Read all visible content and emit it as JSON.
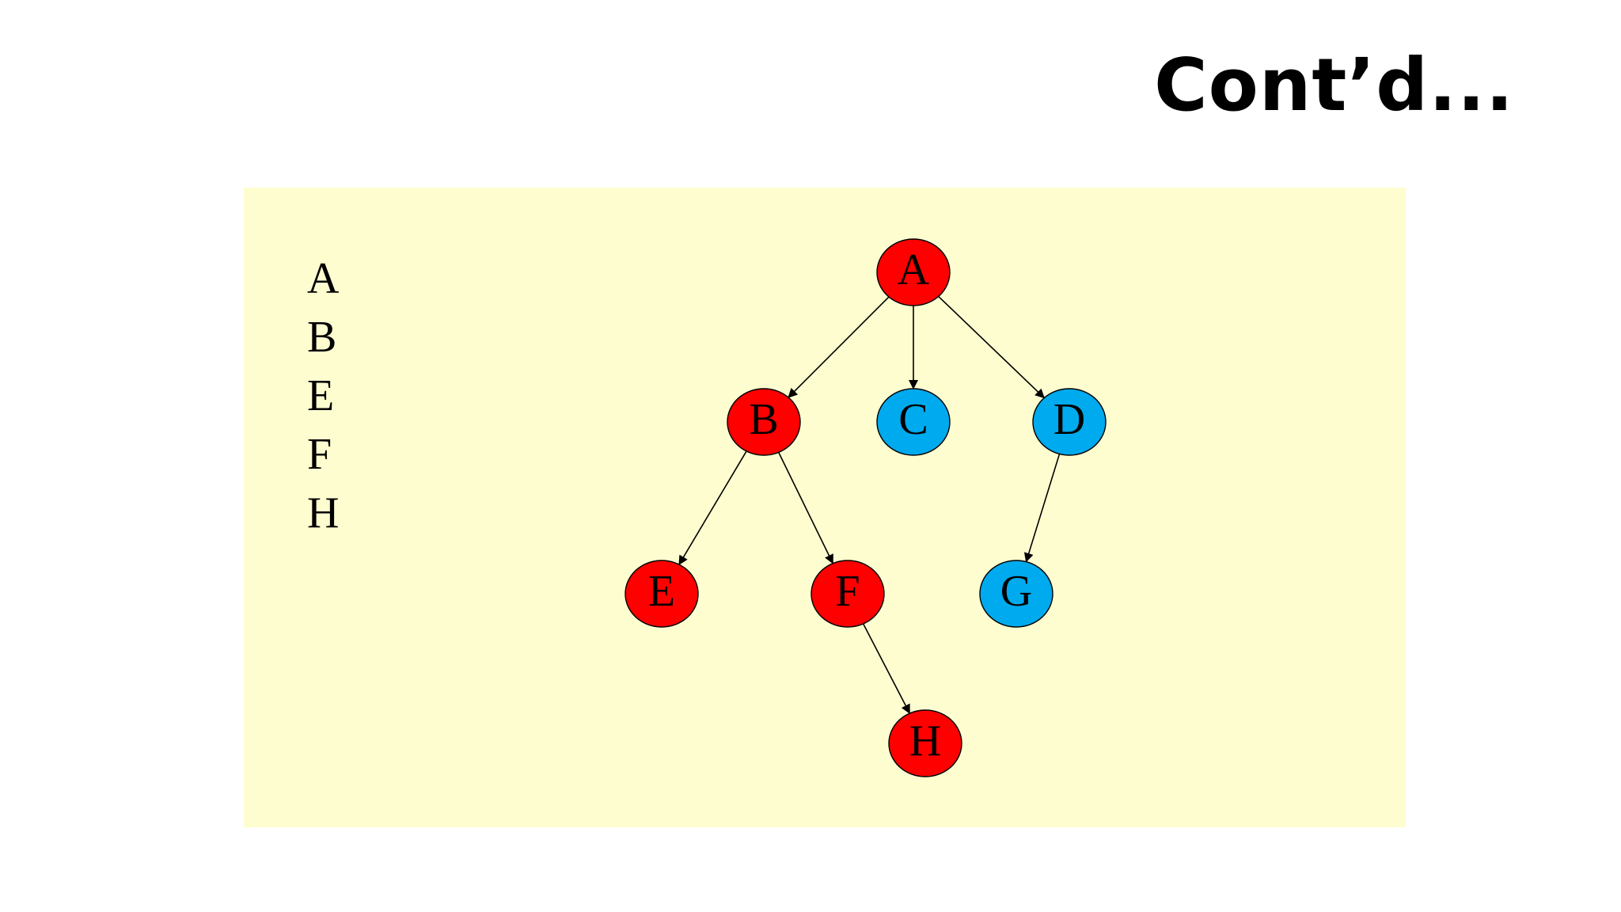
{
  "title": "Cont’d...",
  "visit_order": [
    "A",
    "B",
    "E",
    "F",
    "H"
  ],
  "colors": {
    "visited": "#ff0000",
    "unvisited": "#00aaee",
    "background": "#fdfdd0"
  },
  "tree": {
    "nodes": [
      {
        "id": "A",
        "label": "A",
        "state": "visited"
      },
      {
        "id": "B",
        "label": "B",
        "state": "visited"
      },
      {
        "id": "C",
        "label": "C",
        "state": "unvisited"
      },
      {
        "id": "D",
        "label": "D",
        "state": "unvisited"
      },
      {
        "id": "E",
        "label": "E",
        "state": "visited"
      },
      {
        "id": "F",
        "label": "F",
        "state": "visited"
      },
      {
        "id": "G",
        "label": "G",
        "state": "unvisited"
      },
      {
        "id": "H",
        "label": "H",
        "state": "visited"
      }
    ],
    "edges": [
      {
        "from": "A",
        "to": "B"
      },
      {
        "from": "A",
        "to": "C"
      },
      {
        "from": "A",
        "to": "D"
      },
      {
        "from": "B",
        "to": "E"
      },
      {
        "from": "B",
        "to": "F"
      },
      {
        "from": "D",
        "to": "G"
      },
      {
        "from": "F",
        "to": "H"
      }
    ]
  }
}
